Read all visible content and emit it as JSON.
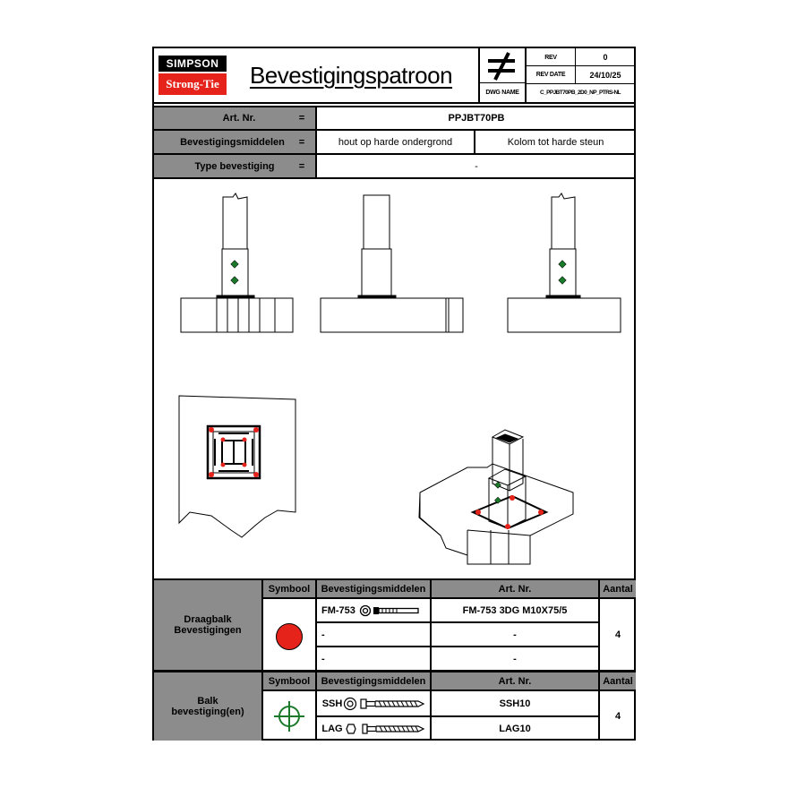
{
  "header": {
    "logo_top": "SIMPSON",
    "logo_bottom": "Strong-Tie",
    "title": "Bevestigingspatroon",
    "rev_label": "REV",
    "rev_value": "0",
    "rev_date_label": "REV DATE",
    "rev_date_value": "24/10/25",
    "dwg_name_label": "DWG NAME",
    "dwg_name_value": "C_PPJBT70PB_2D0_NP_PTRS-NL",
    "stamp_icon": "not-equal-icon"
  },
  "info": {
    "art_nr_label": "Art. Nr.",
    "art_nr_value": "PPJBT70PB",
    "means_label": "Bevestigingsmiddelen",
    "means_value_1": "hout op harde ondergrond",
    "means_value_2": "Kolom tot harde steun",
    "type_label": "Type bevestiging",
    "type_value": "-",
    "equals": "="
  },
  "table1": {
    "row_label_1": "Draagbalk",
    "row_label_2": "Bevestigingen",
    "col_symbol": "Symbool",
    "col_means": "Bevestigingsmiddelen",
    "col_art": "Art. Nr.",
    "col_qty": "Aantal",
    "rows": [
      {
        "means": "FM-753",
        "art": "FM-753 3DG M10X75/5"
      },
      {
        "means": "-",
        "art": "-"
      },
      {
        "means": "-",
        "art": "-"
      }
    ],
    "qty": "4",
    "symbol_color": "#e5231b"
  },
  "table2": {
    "row_label_1": "Balk",
    "row_label_2": "bevestiging(en)",
    "col_symbol": "Symbool",
    "col_means": "Bevestigingsmiddelen",
    "col_art": "Art. Nr.",
    "col_qty": "Aantal",
    "rows": [
      {
        "means": "SSH",
        "art": "SSH10"
      },
      {
        "means": "LAG",
        "art": "LAG10"
      }
    ],
    "qty": "4",
    "symbol_color": "#1a7a2a"
  }
}
